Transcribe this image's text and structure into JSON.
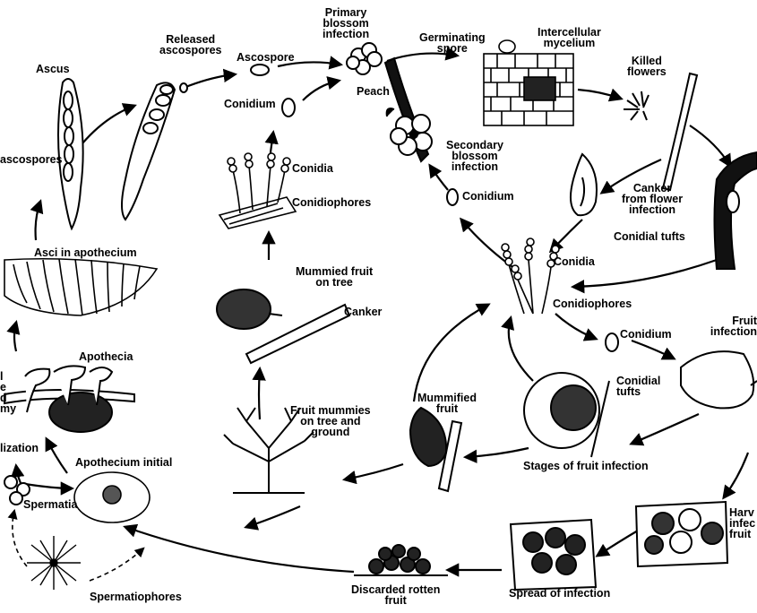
{
  "colors": {
    "ink": "#000000",
    "paper": "#ffffff"
  },
  "labels": {
    "primary_blossom_infection": "Primary\nblossom\ninfection",
    "released_ascospores": "Released\nascospores",
    "ascospore": "Ascospore",
    "ascus": "Ascus",
    "ascospores": "ascospores",
    "germinating_spore": "Germinating\nspore",
    "intercellular_mycelium": "Intercellular\nmycelium",
    "killed_flowers": "Killed\nflowers",
    "peach": "Peach",
    "conidium_top": "Conidium",
    "secondary_blossom_infection": "Secondary\nblossom\ninfection",
    "conidia_top": "Conidia",
    "conidiophores_top": "Conidiophores",
    "conidium_mid": "Conidium",
    "canker_from_flower_infection": "Canker\nfrom flower\ninfection",
    "conidial_tufts_right": "Conidial tufts",
    "asci_in_apothecium": "Asci in apothecium",
    "mummied_fruit_on_tree": "Mummied fruit\non tree",
    "conidia_mid": "Conidia",
    "canker": "Canker",
    "conidiophores_mid": "Conidiophores",
    "fruit_infection": "Fruit\ninfection",
    "conidium_right": "Conidium",
    "apothecia": "Apothecia",
    "left_edge_text": "l\ne\nd\nmy",
    "mummified_fruit": "Mummified\nfruit",
    "conidial_tufts_center": "Conidial\ntufts",
    "fruit_mummies_on_tree_and_ground": "Fruit mummies\non tree and\nground",
    "fertilization": "lization",
    "apothecium_initial": "Apothecium initial",
    "stages_of_fruit_infection": "Stages of fruit infection",
    "spermatia": "Spermatia",
    "harvested_infected_fruit": "Harv\ninfec\nfruit",
    "spermatiophores": "Spermatiophores",
    "discarded_rotten_fruit": "Discarded rotten\nfruit",
    "spread_of_infection": "Spread of infection"
  }
}
